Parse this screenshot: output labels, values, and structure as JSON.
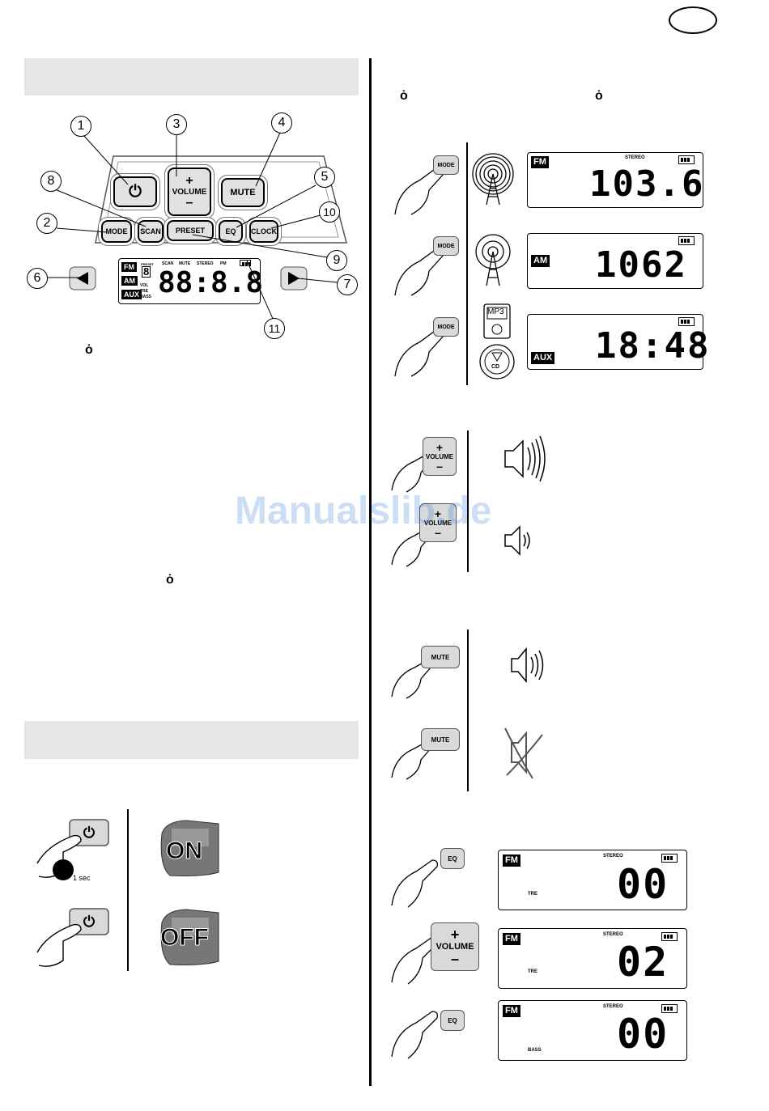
{
  "header": {
    "lang_badge": ""
  },
  "left": {
    "controls": {
      "labels": {
        "volume": "VOLUME",
        "plus": "+",
        "minus": "–",
        "mute": "MUTE",
        "mode": "MODE",
        "scan": "SCAN",
        "preset": "PRESET",
        "eq": "EQ",
        "clock": "CLOCK",
        "power": "⏻"
      },
      "callouts": [
        "1",
        "2",
        "3",
        "4",
        "5",
        "6",
        "7",
        "8",
        "9",
        "10",
        "11"
      ],
      "display": {
        "fm": "FM",
        "am": "AM",
        "aux": "AUX",
        "preset_word": "PRESET",
        "preset_digit": "8",
        "ind_scan": "SCAN",
        "ind_mute": "MUTE",
        "ind_stereo": "STEREO",
        "ind_pm": "PM",
        "ind_vol": "VOL",
        "ind_tre": "TRE",
        "ind_bass": "BASS",
        "digits": "88:8.8"
      }
    },
    "marks": [
      "ȯ",
      "ȯ"
    ],
    "power": {
      "timer_label": "1 sec",
      "on_label": "ON",
      "off_label": "OFF"
    }
  },
  "right": {
    "marks": [
      "ȯ",
      "ȯ"
    ],
    "modes": [
      {
        "button": "MODE",
        "band": "FM",
        "stereo": "STEREO",
        "digits": "103.6"
      },
      {
        "button": "MODE",
        "band": "AM",
        "digits": "1062"
      },
      {
        "button": "MODE",
        "band": "AUX",
        "digits": "18:48",
        "mp3": "MP3",
        "cd": "CD"
      }
    ],
    "volume": {
      "label": "VOLUME",
      "plus": "+",
      "minus": "–"
    },
    "mute": {
      "label": "MUTE"
    },
    "eq": [
      {
        "button": "EQ",
        "band": "FM",
        "stereo": "STEREO",
        "mode_label": "TRE",
        "digits": "00"
      },
      {
        "button": "VOLUME",
        "band": "FM",
        "stereo": "STEREO",
        "mode_label": "TRE",
        "digits": "02"
      },
      {
        "button": "EQ",
        "band": "FM",
        "stereo": "STEREO",
        "mode_label": "BASS",
        "digits": "00"
      }
    ]
  },
  "watermark": "Manualslib.de"
}
